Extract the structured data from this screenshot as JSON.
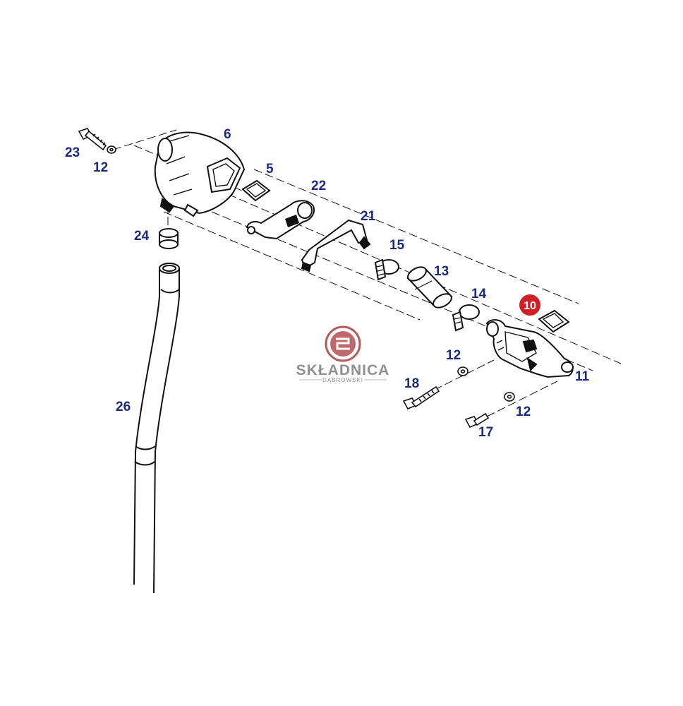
{
  "colors": {
    "callout": "#1b2a7a",
    "highlight": "#d01f25",
    "line": "#111111",
    "watermark": "#a02226",
    "watermark_text": "#7d7d7d"
  },
  "callouts": {
    "p23": "23",
    "p12a": "12",
    "p6": "6",
    "p5": "5",
    "p22": "22",
    "p21": "21",
    "p24": "24",
    "p15": "15",
    "p13": "13",
    "p14": "14",
    "p10": "10",
    "p12b": "12",
    "p11": "11",
    "p18": "18",
    "p12c": "12",
    "p17": "17",
    "p26": "26"
  },
  "watermark": {
    "name": "SKŁADNICA",
    "sub": "DĄBROWSKI",
    "logo": "skladnica-logo-icon"
  }
}
